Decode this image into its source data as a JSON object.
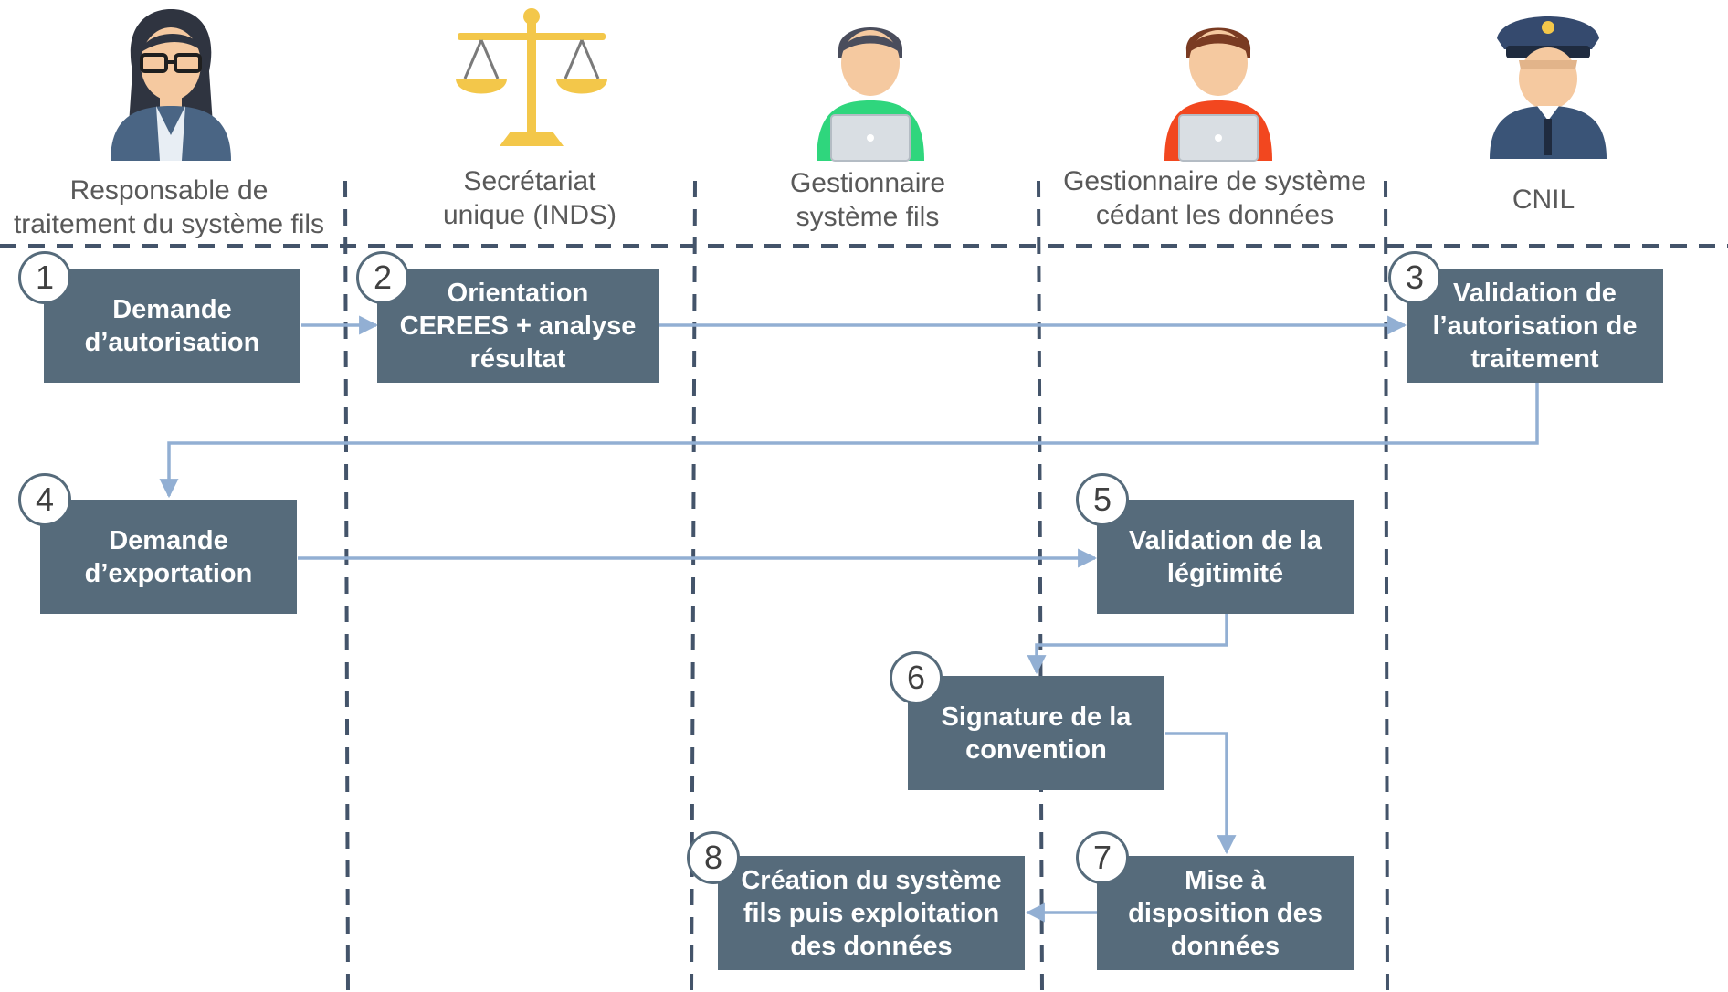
{
  "diagram": {
    "actors": [
      {
        "id": "responsable",
        "label": "Responsable de\ntraitement du système fils",
        "icon": "woman-with-glasses-icon"
      },
      {
        "id": "secretariat",
        "label": "Secrétariat\nunique (INDS)",
        "icon": "scales-of-justice-icon"
      },
      {
        "id": "gest-fils",
        "label": "Gestionnaire\nsystème fils",
        "icon": "user-green-laptop-icon"
      },
      {
        "id": "gest-cedant",
        "label": "Gestionnaire de système\ncédant les données",
        "icon": "user-red-laptop-icon"
      },
      {
        "id": "cnil",
        "label": "CNIL",
        "icon": "police-officer-icon"
      }
    ],
    "steps": [
      {
        "number": "1",
        "label": "Demande\nd’autorisation"
      },
      {
        "number": "2",
        "label": "Orientation\nCEREES + analyse\nrésultat"
      },
      {
        "number": "3",
        "label": "Validation de\nl’autorisation de\ntraitement"
      },
      {
        "number": "4",
        "label": "Demande\nd’exportation"
      },
      {
        "number": "5",
        "label": "Validation de la\nlégitimité"
      },
      {
        "number": "6",
        "label": "Signature de la\nconvention"
      },
      {
        "number": "7",
        "label": "Mise à\ndisposition des\ndonnées"
      },
      {
        "number": "8",
        "label": "Création du système\nfils puis exploitation\ndes données"
      }
    ],
    "flows": [
      {
        "from": "1",
        "to": "2"
      },
      {
        "from": "2",
        "to": "3"
      },
      {
        "from": "3",
        "to": "4"
      },
      {
        "from": "4",
        "to": "5"
      },
      {
        "from": "5",
        "to": "6"
      },
      {
        "from": "6",
        "to": "7"
      },
      {
        "from": "7",
        "to": "8"
      }
    ],
    "colors": {
      "box": "#566b7b",
      "box_text": "#ffffff",
      "arrow": "#92afd3",
      "lane_line": "#44546a",
      "actor_text": "#595959"
    }
  }
}
